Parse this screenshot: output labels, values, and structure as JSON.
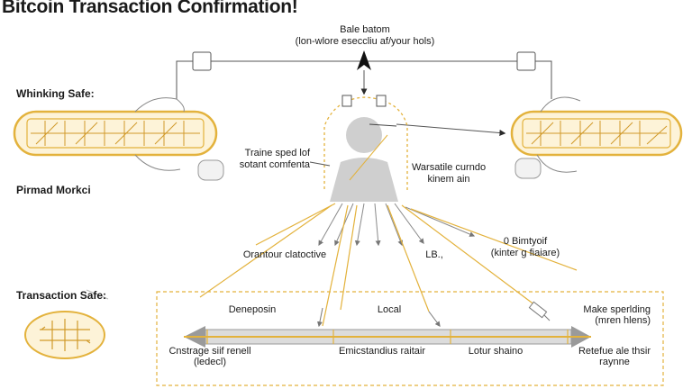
{
  "title": "Bitcoin Transaction Confirmation!",
  "top_label": {
    "line1": "Bale batom",
    "line2": "(lon-wlore eseccliu af/your hols)"
  },
  "left_labels": {
    "safe_top": "Whinking Safe:",
    "market": "Pirmad Morkci",
    "safe_bottom": "Transaction Safe:"
  },
  "center_labels": {
    "left_line1": "Traine sped lof",
    "left_line2": "sotant comfenta",
    "right_line1": "Warsatile curndo",
    "right_line2": "kinem ain"
  },
  "mid_labels": {
    "left": "Orantour clatoctive",
    "center": "LB.,",
    "right_line1": "0 Bimtyoif",
    "right_line2": "(kinter g fiaiare)"
  },
  "timeline": {
    "top_left": "Deneposin",
    "top_center": "Local",
    "top_right_line1": "Make sperlding",
    "top_right_line2": "(mren hlens)",
    "bottom_left_line1": "Cnstrage siif renell",
    "bottom_left_line2": "(ledecl)",
    "bottom_center_left": "Emicstandius raitair",
    "bottom_center_right": "Lotur shaino",
    "bottom_right_line1": "Retefue ale thsir",
    "bottom_right_line2": "raynne"
  },
  "colors": {
    "gold": "#e3b23c",
    "gold_fill": "#fdf3d8",
    "dark": "#2a2a2a",
    "grey_person": "#cfcfcf",
    "grey_line": "#9a9a9a"
  }
}
